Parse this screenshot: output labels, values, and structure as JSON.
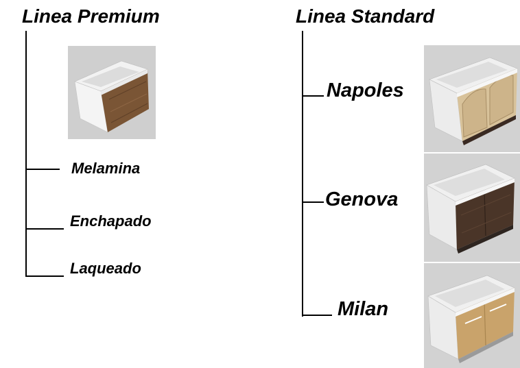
{
  "premium": {
    "title": "Linea Premium",
    "items": [
      "Melamina",
      "Enchapado",
      "Laqueado"
    ],
    "image_icon": "cabinet-melamine-wood-icon"
  },
  "standard": {
    "title": "Linea Standard",
    "items": [
      {
        "label": "Napoles",
        "image_icon": "cabinet-napoles-arched-doors-icon"
      },
      {
        "label": "Genova",
        "image_icon": "cabinet-genova-dark-wood-icon"
      },
      {
        "label": "Milan",
        "image_icon": "cabinet-milan-light-wood-icon"
      }
    ]
  },
  "colors": {
    "line": "#000000",
    "photo_bg": "#d0d0d0",
    "carcass": "#ececec",
    "wood_brown": "#7a5535",
    "wood_light": "#d8c29a",
    "wood_dark": "#4a3528",
    "wood_honey": "#c9a36b"
  }
}
